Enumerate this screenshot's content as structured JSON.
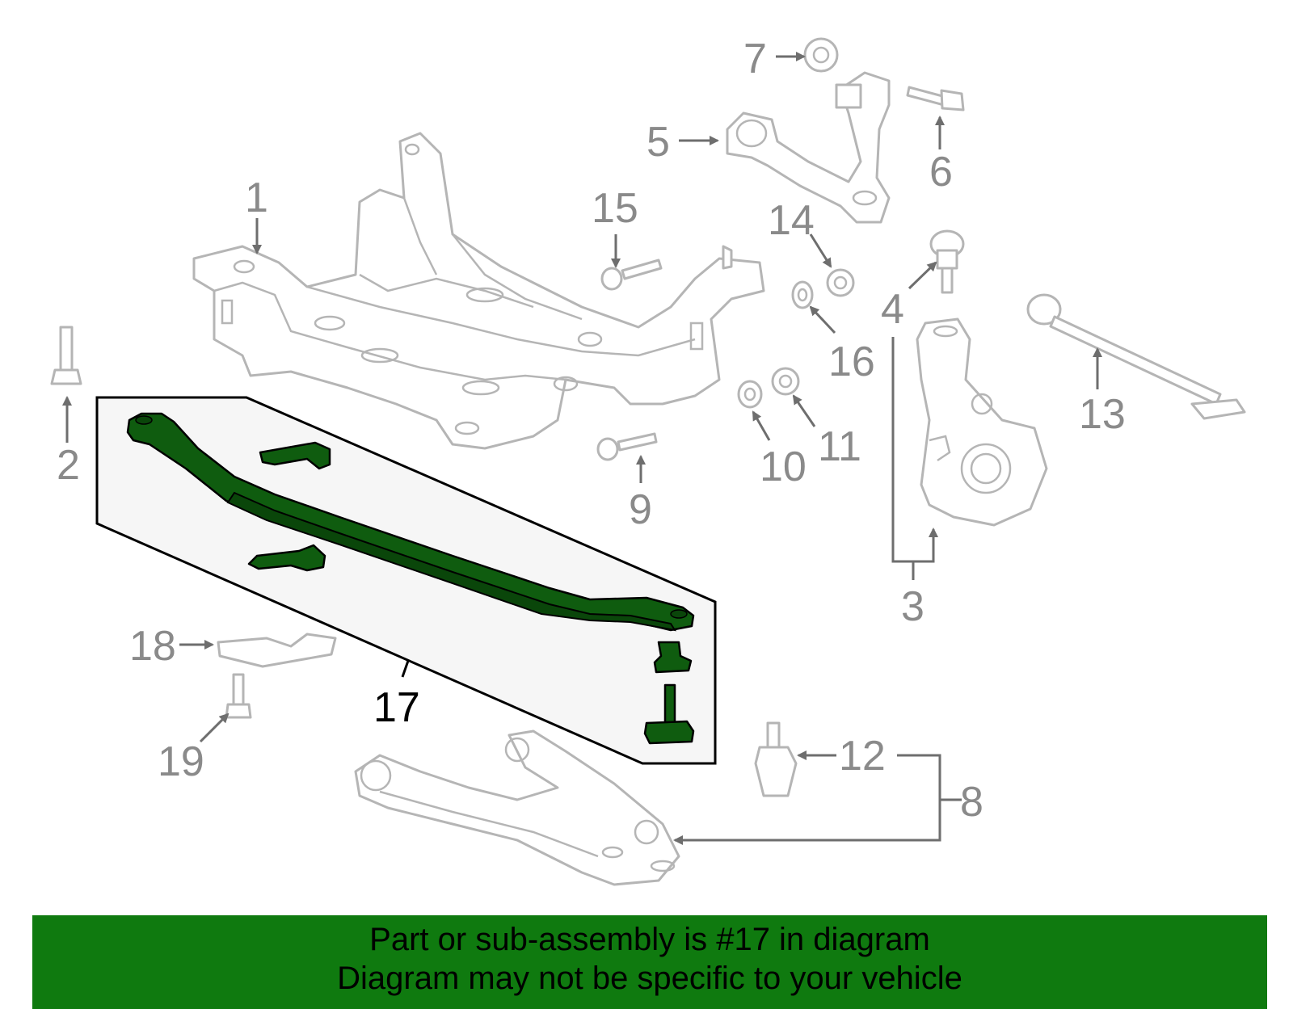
{
  "callouts": {
    "c1": "1",
    "c2": "2",
    "c3": "3",
    "c4": "4",
    "c5": "5",
    "c6": "6",
    "c7": "7",
    "c8": "8",
    "c9": "9",
    "c10": "10",
    "c11": "11",
    "c12": "12",
    "c13": "13",
    "c14": "14",
    "c15": "15",
    "c16": "16",
    "c17": "17",
    "c18": "18",
    "c19": "19"
  },
  "highlight": {
    "part_number": "17",
    "color": "#0f5c0f"
  },
  "banner": {
    "background": "#0f7a0f",
    "line1": "Part or sub-assembly is #17 in diagram",
    "line2": "Diagram may not be specific to your vehicle"
  }
}
